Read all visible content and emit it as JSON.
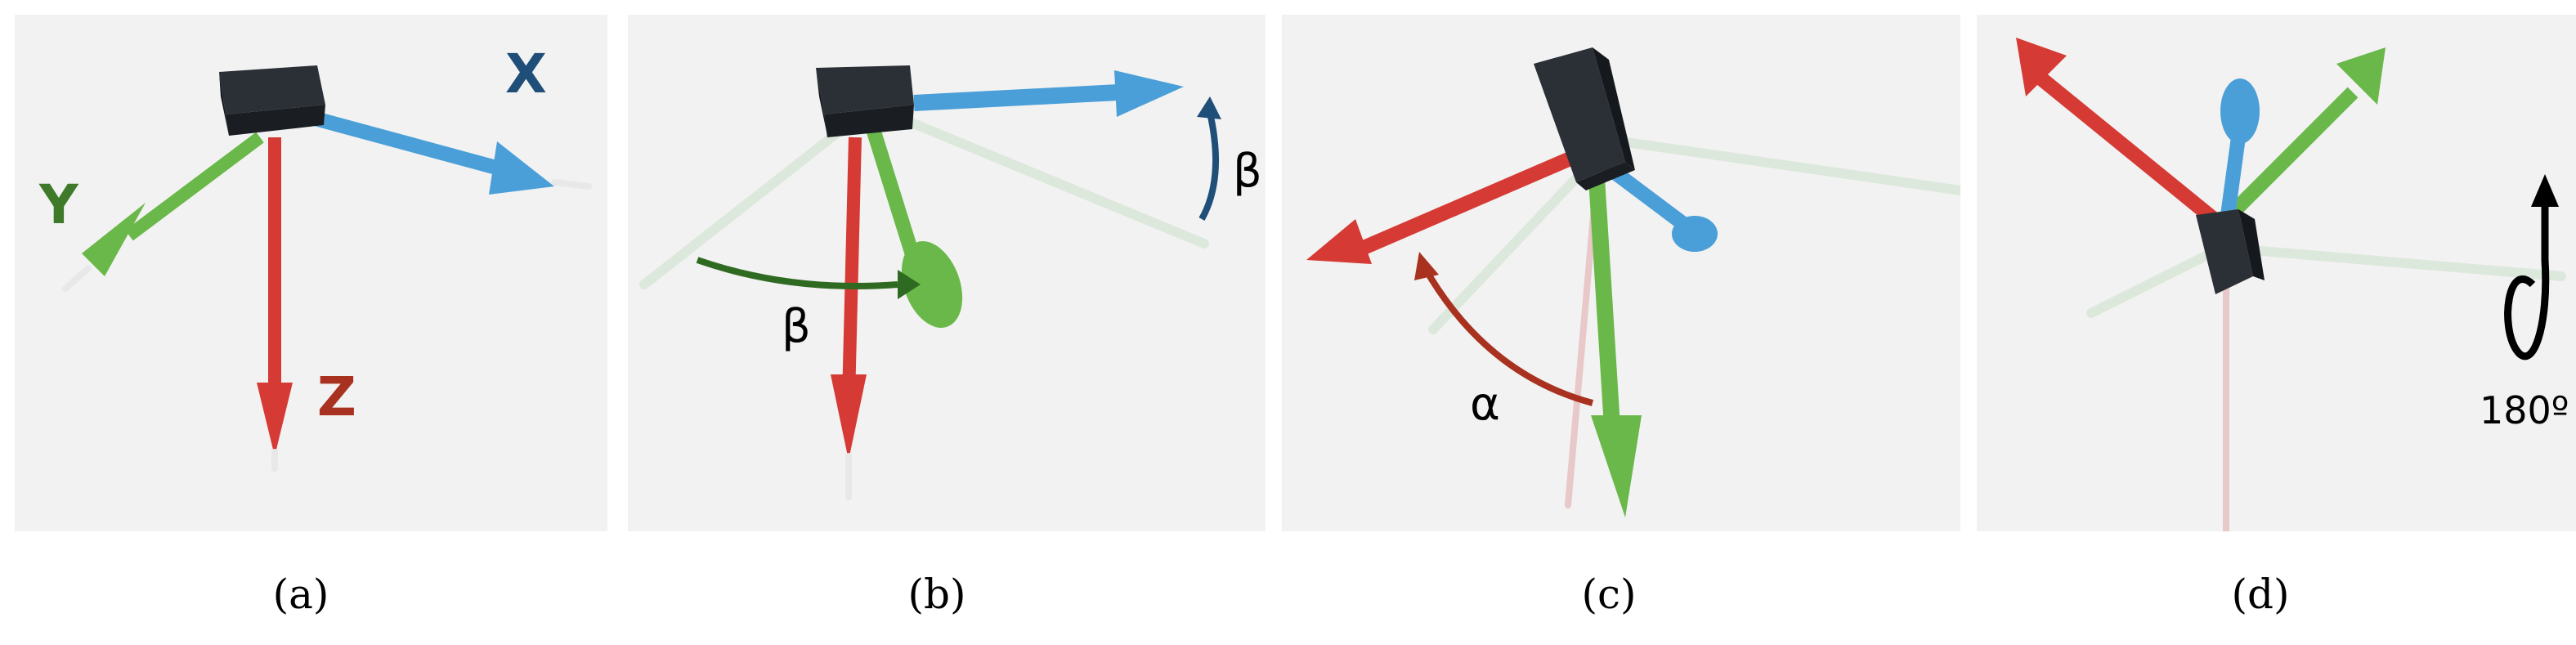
{
  "panels": [
    {
      "id": "a",
      "caption": "(a)",
      "axis_labels": {
        "x": "X",
        "y": "Y",
        "z": "Z"
      }
    },
    {
      "id": "b",
      "caption": "(b)",
      "angle_labels": [
        "β",
        "β"
      ]
    },
    {
      "id": "c",
      "caption": "(c)",
      "angle_labels": [
        "α"
      ]
    },
    {
      "id": "d",
      "caption": "(d)",
      "rotation_label": "180º"
    }
  ],
  "colors": {
    "x_axis": "#4a9fd8",
    "y_axis": "#6ab84a",
    "z_axis": "#d63a34",
    "x_label": "#1f4e79",
    "y_label": "#3f7a2a",
    "z_label": "#a8321f",
    "ghost_axis": "#dde8dc",
    "sensor_body": "#1f2328",
    "panel_bg": "#f2f2f2"
  },
  "icons": [
    "sensor-cube-icon",
    "rotation-arrow-icon"
  ]
}
